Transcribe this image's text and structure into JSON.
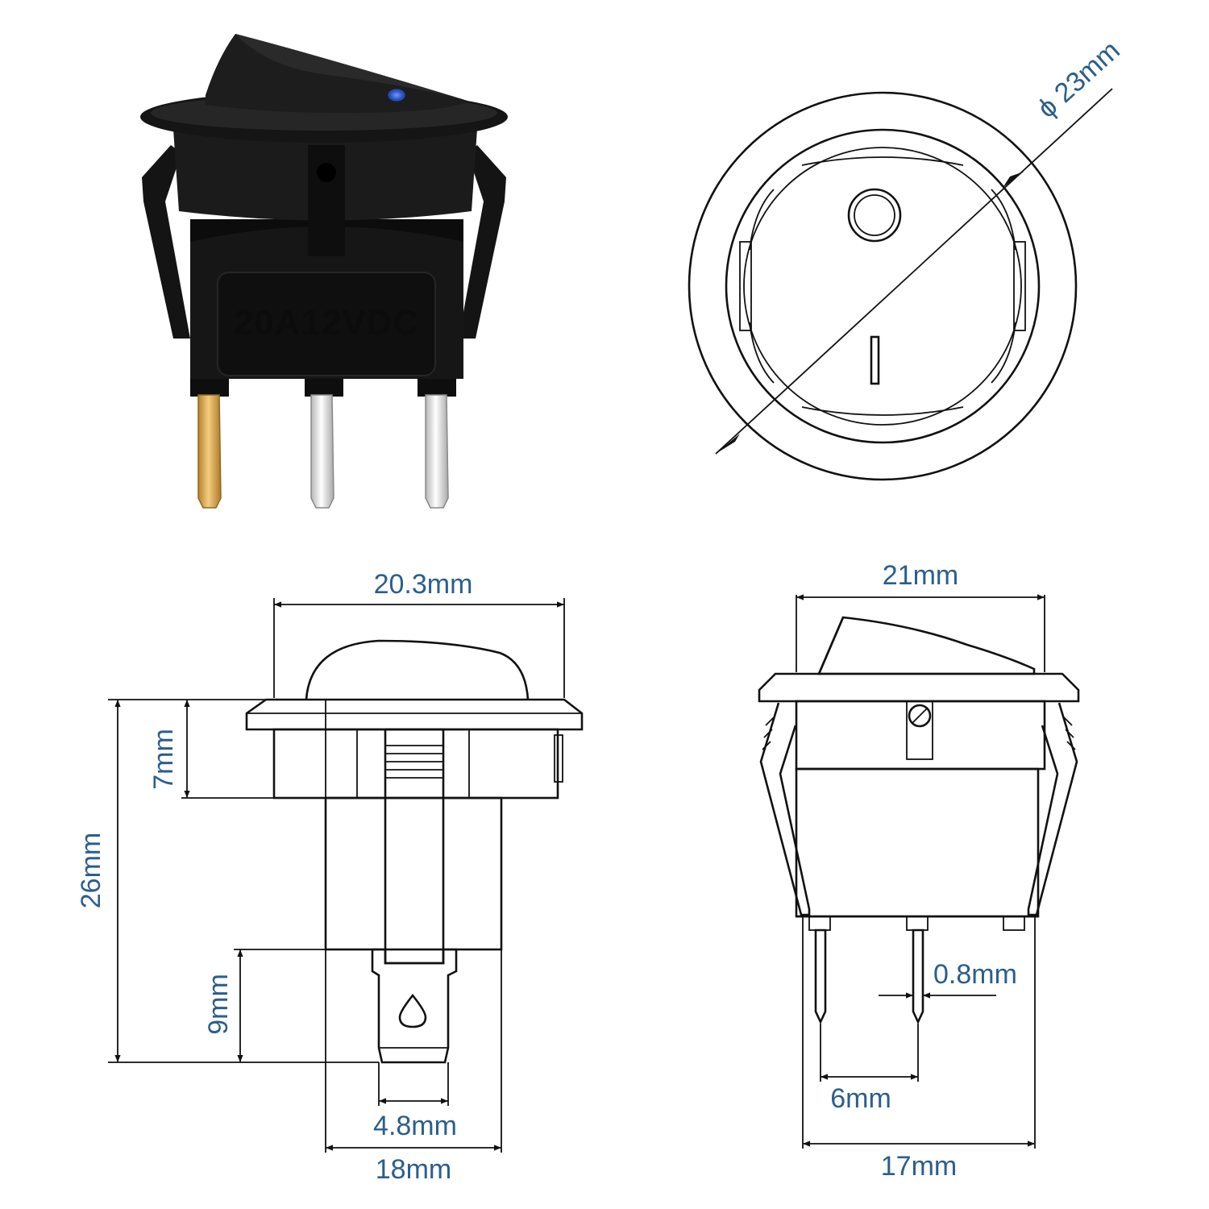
{
  "product": {
    "case_marking": "20A12VDC",
    "rocker_symbols": [
      "O",
      "I"
    ],
    "led_color": "#2456c8",
    "terminal_colors": [
      "#d6a648",
      "#e2e2e2",
      "#e2e2e2"
    ]
  },
  "top_view": {
    "diameter_label": "ϕ 23mm"
  },
  "side_view": {
    "width_label": "20.3mm",
    "height_label": "26mm",
    "flange_label": "7mm",
    "terminal_length_label": "9mm",
    "terminal_width_label": "4.8mm",
    "body_width_label": "18mm"
  },
  "front_view": {
    "width_label": "21mm",
    "terminal_thickness_label": "0.8mm",
    "terminal_spacing_label": "6mm",
    "body_width_label": "17mm"
  },
  "colors": {
    "dimension_text": "#2b5e8c",
    "line": "#111111",
    "body_black": "#141414"
  }
}
